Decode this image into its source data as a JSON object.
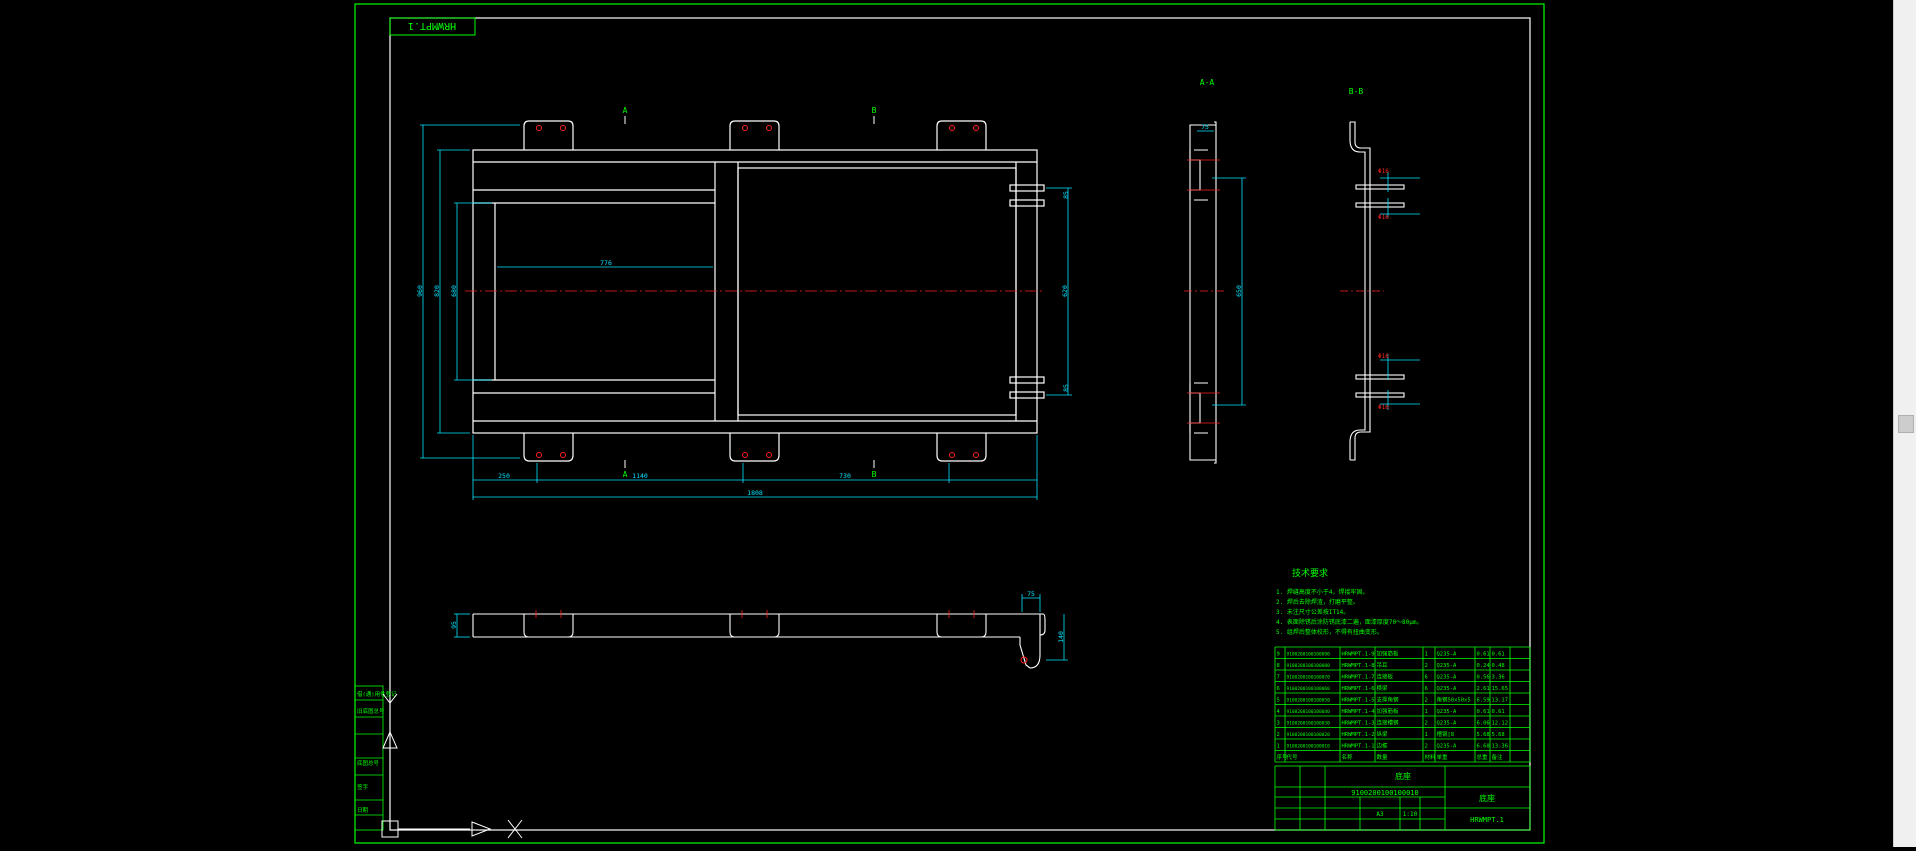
{
  "drawing": {
    "drawing_no_box": "HRWMPT.1",
    "section_labels": {
      "section_a": "A",
      "section_b": "B",
      "view_aa": "A-A",
      "view_bb": "B-B"
    },
    "dimensions": {
      "top_view": {
        "inner_width": "776",
        "bottom_left": "250",
        "bottom_mid": "1140",
        "bottom_right": "730",
        "overall_length": "1808",
        "height_outer": "960",
        "height_mid": "820",
        "height_inner": "680",
        "right_height": "620",
        "right_small_top": "85",
        "right_small_bottom": "85"
      },
      "section_aa": {
        "top_width": "75",
        "height": "650"
      },
      "section_bb": {
        "dim1": "Φ16",
        "dim2": "Φ16",
        "dim3": "Φ16",
        "dim4": "Φ16"
      },
      "side_view": {
        "left_height": "95",
        "right_width": "75",
        "right_height": "140"
      }
    },
    "tech_notes": {
      "title": "技术要求",
      "lines": [
        "1. 焊缝高度不小于4，焊接牢固。",
        "2. 焊后去除焊渣，打磨平整。",
        "3. 未注尺寸公差按IT14。",
        "4. 表面除锈后涂防锈底漆二遍，面漆厚度70～80μm。",
        "5. 组焊后整体校形，不得有扭曲变形。"
      ]
    },
    "bom": {
      "rows": [
        {
          "no": "9",
          "code": "9100200100100090",
          "drawing": "HRWMPT.1-9",
          "name": "加强筋板",
          "qty": "1",
          "material": "Q235-A",
          "w1": "0.61",
          "w2": "0.61"
        },
        {
          "no": "8",
          "code": "9100200100100080",
          "drawing": "HRWMPT.1-8",
          "name": "吊耳",
          "qty": "2",
          "material": "Q235-A",
          "w1": "0.24",
          "w2": "0.48"
        },
        {
          "no": "7",
          "code": "9100200100100070",
          "drawing": "HRWMPT.1-7",
          "name": "连接板",
          "qty": "6",
          "material": "Q235-A",
          "w1": "0.56",
          "w2": "3.36"
        },
        {
          "no": "6",
          "code": "9100200100100060",
          "drawing": "HRWMPT.1-6",
          "name": "横梁",
          "qty": "6",
          "material": "Q235-A",
          "w1": "2.61",
          "w2": "15.65"
        },
        {
          "no": "5",
          "code": "9100200100100050",
          "drawing": "HRWMPT.1-5",
          "name": "支撑角钢",
          "qty": "2",
          "material": "角钢50x50x5",
          "w1": "6.59",
          "w2": "13.17"
        },
        {
          "no": "4",
          "code": "9100200100100040",
          "drawing": "HRWMPT.1-4",
          "name": "加强筋板",
          "qty": "1",
          "material": "Q235-A",
          "w1": "0.61",
          "w2": "0.61"
        },
        {
          "no": "3",
          "code": "9100200100100030",
          "drawing": "HRWMPT.1-3",
          "name": "连接槽钢",
          "qty": "2",
          "material": "Q235-A",
          "w1": "6.06",
          "w2": "12.12"
        },
        {
          "no": "2",
          "code": "9100200100100020",
          "drawing": "HRWMPT.1-2",
          "name": "纵梁",
          "qty": "1",
          "material": "槽钢[8",
          "w1": "5.68",
          "w2": "5.68"
        },
        {
          "no": "1",
          "code": "9100200100100010",
          "drawing": "HRWMPT.1-1",
          "name": "边框",
          "qty": "2",
          "material": "Q235-A",
          "w1": "6.68",
          "w2": "13.36"
        }
      ],
      "header": [
        "序号",
        "代号",
        "名称",
        "数量",
        "材料",
        "单重",
        "总重",
        "备注"
      ]
    },
    "title_block": {
      "org": "底座",
      "code": "9100200100100010",
      "part_name": "底座",
      "drawing_no": "HRWMPT.1",
      "scale": "1:10",
      "sheet": "A3"
    },
    "left_strip": [
      "借(通)用件登记",
      "旧底图总号",
      "底图总号",
      "签字",
      "日期"
    ]
  },
  "colors": {
    "frame": "#00ff00",
    "lines": "#ffffff",
    "dims": "#00e5ff",
    "text": "#00ff00",
    "red": "#ff2020"
  },
  "icons": {
    "snap_marker_1": "y-axis-glyph",
    "snap_marker_2": "triangle-marker-icon",
    "ucs_icon": "ucs-square-icon",
    "arrow": "play-arrow-icon",
    "cross": "cross-icon"
  }
}
